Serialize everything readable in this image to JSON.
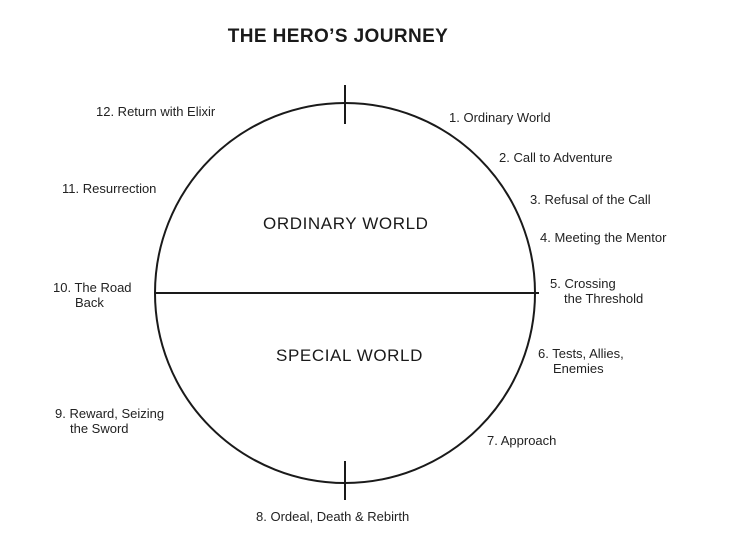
{
  "title": "THE HERO’S JOURNEY",
  "regions": {
    "top": "ORDINARY WORLD",
    "bottom": "SPECIAL WORLD"
  },
  "stages": [
    {
      "line1": "1. Ordinary World",
      "line2": ""
    },
    {
      "line1": "2. Call to Adventure",
      "line2": ""
    },
    {
      "line1": "3. Refusal of the Call",
      "line2": ""
    },
    {
      "line1": "4. Meeting the Mentor",
      "line2": ""
    },
    {
      "line1": "5. Crossing",
      "line2": "the Threshold"
    },
    {
      "line1": "6. Tests, Allies,",
      "line2": "Enemies"
    },
    {
      "line1": "7. Approach",
      "line2": ""
    },
    {
      "line1": "8. Ordeal, Death & Rebirth",
      "line2": ""
    },
    {
      "line1": "9. Reward, Seizing",
      "line2": "the Sword"
    },
    {
      "line1": "10. The Road",
      "line2": "Back"
    },
    {
      "line1": "11. Resurrection",
      "line2": ""
    },
    {
      "line1": "12. Return with Elixir",
      "line2": ""
    }
  ],
  "colors": {
    "line": "#1a1a1a",
    "background": "#ffffff"
  }
}
